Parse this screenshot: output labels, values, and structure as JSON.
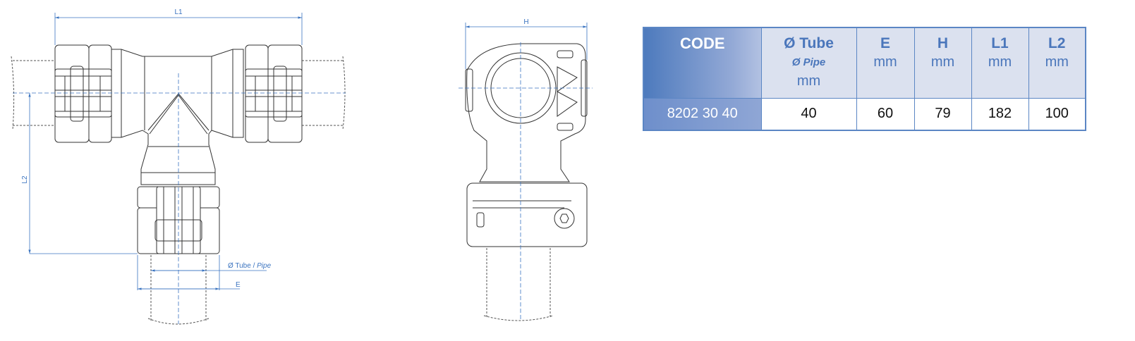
{
  "drawing": {
    "front_view_labels": {
      "l1": "L1",
      "l2": "L2",
      "tube": "Ø Tube / ",
      "pipe": "Pipe",
      "e": "E"
    },
    "side_view_labels": {
      "h": "H"
    }
  },
  "table": {
    "headers": [
      {
        "key": "code",
        "line1": "CODE"
      },
      {
        "key": "tube",
        "line1": "Ø Tube",
        "line2": "Ø Pipe",
        "line3": "mm"
      },
      {
        "key": "e",
        "line1": "E",
        "line2": "mm"
      },
      {
        "key": "h",
        "line1": "H",
        "line2": "mm"
      },
      {
        "key": "l1",
        "line1": "L1",
        "line2": "mm"
      },
      {
        "key": "l2",
        "line1": "L2",
        "line2": "mm"
      }
    ],
    "rows": [
      {
        "code": "8202 30 40",
        "tube": "40",
        "e": "60",
        "h": "79",
        "l1": "182",
        "l2": "100"
      }
    ]
  },
  "colors": {
    "accent": "#4a76bb",
    "dimension": "#3b74c0",
    "header_bg": "#dbe1ef"
  }
}
